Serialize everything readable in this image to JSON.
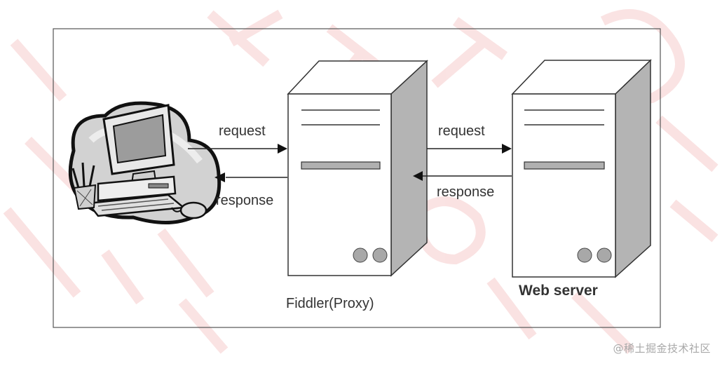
{
  "diagram": {
    "title": "Fiddler proxy request/response flow",
    "nodes": [
      {
        "id": "client",
        "label": "",
        "icon": "desktop-computer-clipart"
      },
      {
        "id": "proxy",
        "label": "Fiddler(Proxy)",
        "icon": "server-tower"
      },
      {
        "id": "server",
        "label": "Web server",
        "icon": "server-tower"
      }
    ],
    "edges": [
      {
        "from": "client",
        "to": "proxy",
        "label": "request"
      },
      {
        "from": "proxy",
        "to": "client",
        "label": "response"
      },
      {
        "from": "proxy",
        "to": "server",
        "label": "request"
      },
      {
        "from": "server",
        "to": "proxy",
        "label": "response"
      }
    ]
  },
  "colors": {
    "line": "#222222",
    "server_side": "#b4b4b4",
    "server_bar": "#b0b0b0",
    "led": "#a8a8a8",
    "cloud": "#cfcfcf",
    "watermark_red": "#f2b8b8"
  },
  "watermark": {
    "corner_text": "@稀土掘金技术社区"
  }
}
